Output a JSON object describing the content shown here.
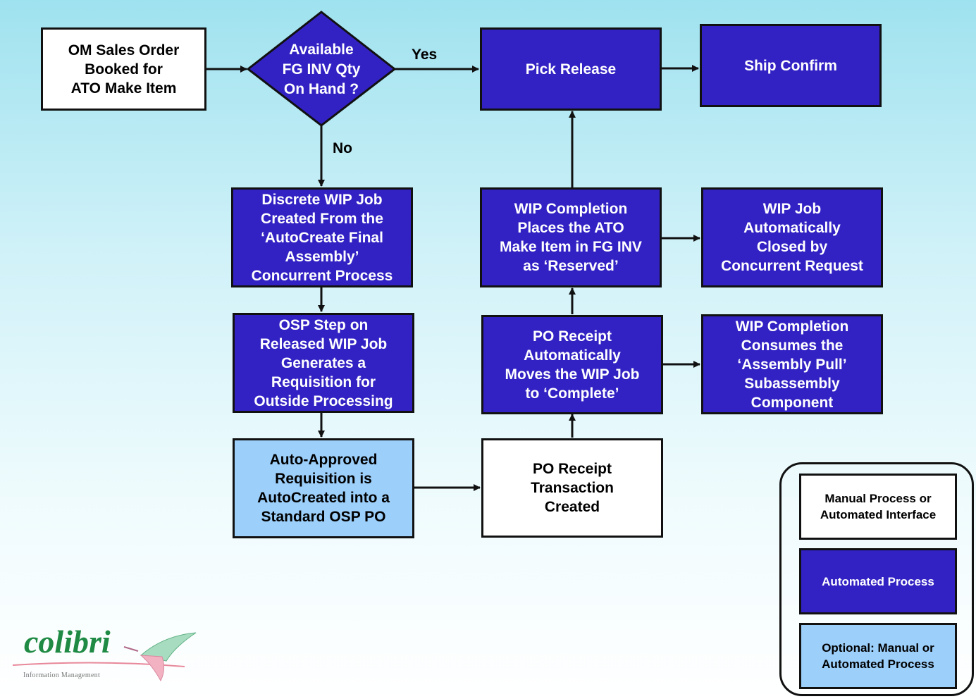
{
  "nodes": {
    "om_sales_order": "OM Sales Order\nBooked for\nATO Make Item",
    "decision": "Available\nFG INV Qty\nOn Hand ?",
    "pick_release": "Pick Release",
    "ship_confirm": "Ship Confirm",
    "discrete_wip_job": "Discrete WIP Job\nCreated From the\n‘AutoCreate Final\nAssembly’\nConcurrent Process",
    "osp_step": "OSP Step on\nReleased WIP Job\nGenerates a\nRequisition for\nOutside Processing",
    "auto_approved": "Auto-Approved\nRequisition is\nAutoCreated into a\nStandard OSP PO",
    "wip_completion_places": "WIP Completion\nPlaces the ATO\nMake Item in FG INV\nas ‘Reserved’",
    "wip_job_closed": "WIP Job\nAutomatically\nClosed by\nConcurrent Request",
    "po_receipt_moves": "PO Receipt\nAutomatically\nMoves the WIP Job\nto ‘Complete’",
    "wip_completion_consumes": "WIP Completion\nConsumes the\n‘Assembly Pull’\nSubassembly\nComponent",
    "po_receipt_transaction": "PO Receipt\nTransaction\nCreated"
  },
  "edge_labels": {
    "yes": "Yes",
    "no": "No"
  },
  "legend": {
    "manual": "Manual Process or\nAutomated Interface",
    "automated": "Automated Process",
    "optional": "Optional: Manual or\nAutomated Process"
  },
  "logo": {
    "name": "colibri",
    "tagline": "Information Management"
  },
  "colors": {
    "automated": "#3222c4",
    "manual": "#ffffff",
    "optional": "#9ccffa",
    "logo_text": "#1f8a44"
  }
}
